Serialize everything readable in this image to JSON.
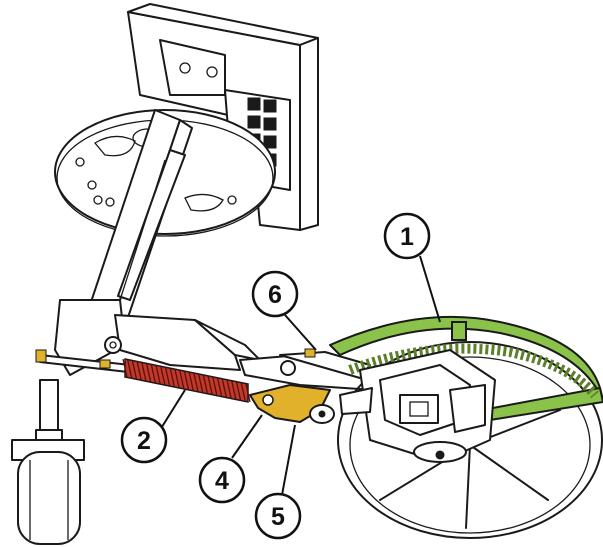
{
  "colors": {
    "line": "#1a1a1a",
    "spring": "#c0392b",
    "bracket_yellow": "#e1b12c",
    "hoop_green": "#8bc34a",
    "background": "#ffffff"
  },
  "callouts": [
    {
      "id": "1",
      "label": "1",
      "part": "green-hoop-guard"
    },
    {
      "id": "2",
      "label": "2",
      "part": "tension-spring"
    },
    {
      "id": "4",
      "label": "4",
      "part": "yellow-bracket"
    },
    {
      "id": "5",
      "label": "5",
      "part": "bracket-pivot"
    },
    {
      "id": "6",
      "label": "6",
      "part": "adjustment-rod-end"
    }
  ]
}
